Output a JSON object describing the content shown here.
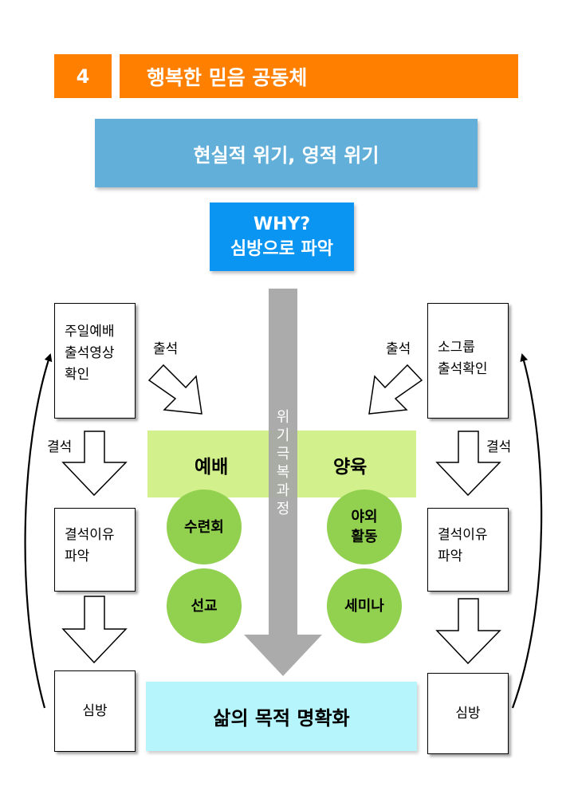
{
  "header": {
    "number": "4",
    "title": "행복한 믿음 공동체"
  },
  "crisis": {
    "label": "현실적 위기, 영적 위기"
  },
  "why": {
    "line1": "WHY?",
    "line2": "심방으로 파악"
  },
  "process": {
    "chars": [
      "위",
      "기",
      "극",
      "복",
      "과",
      "정"
    ]
  },
  "left": {
    "top_box": [
      "주일예배",
      "출석영상",
      "확인"
    ],
    "attend_label": "출석",
    "absent_label": "결석",
    "reason_box": [
      "결석이유",
      "파악"
    ],
    "visit_box": "심방"
  },
  "right": {
    "top_box": [
      "소그룹",
      "출석확인"
    ],
    "attend_label": "출석",
    "absent_label": "결석",
    "reason_box": [
      "결석이유",
      "파악"
    ],
    "visit_box": "심방"
  },
  "band": {
    "worship": "예배",
    "nurture": "양육"
  },
  "circles": {
    "retreat": "수련회",
    "outdoor": [
      "야외",
      "활동"
    ],
    "mission": "선교",
    "seminar": "세미나"
  },
  "purpose": {
    "label": "삶의 목적 명확화"
  },
  "colors": {
    "orange": "#FF7F00",
    "blue": "#62B0DA",
    "bright_blue": "#0A95F2",
    "lime": "#D2F08C",
    "green": "#92D050",
    "cyan": "#B7F5FD",
    "gray": "#A6A6A6"
  }
}
